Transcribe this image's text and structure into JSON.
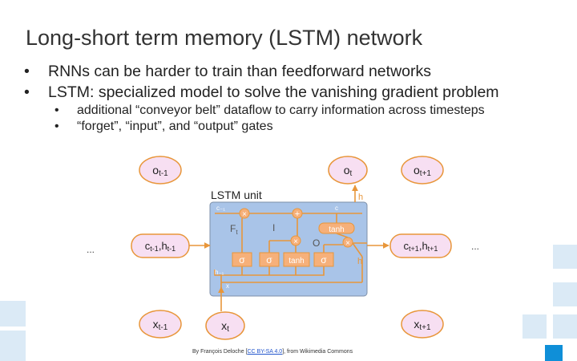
{
  "slide": {
    "title": "Long-short term memory (LSTM) network",
    "bullets": [
      "RNNs can be harder to train than feedforward networks",
      "LSTM: specialized model to solve the vanishing gradient problem"
    ],
    "subbullets": [
      "additional “conveyor belt” dataflow to carry information across timesteps",
      "“forget”, “input”, and “output” gates"
    ],
    "bullet_glyph": "•"
  },
  "diagram": {
    "unit_label": "LSTM unit",
    "ellipsis": "...",
    "nodes": {
      "o_prev": {
        "base": "o",
        "sub": "t-1"
      },
      "o_curr": {
        "base": "o",
        "sub": "t"
      },
      "o_next": {
        "base": "o",
        "sub": "t+1"
      },
      "state_prev": {
        "base1": "c",
        "sub1": "t-1",
        "sep": ",",
        "base2": "h",
        "sub2": "t-1"
      },
      "state_next": {
        "base1": "c",
        "sub1": "t+1",
        "sep": ",",
        "base2": "h",
        "sub2": "t+1"
      },
      "x_prev": {
        "base": "x",
        "sub": "t-1"
      },
      "x_curr": {
        "base": "x",
        "sub": "t"
      },
      "x_next": {
        "base": "x",
        "sub": "t+1"
      }
    },
    "inner": {
      "c_prev": "c₋₁",
      "c_out": "c",
      "f_label": "F",
      "f_sub": "t",
      "i_label": "I",
      "o_label": "O",
      "h_prev": "h₋₁",
      "x_in": "x",
      "h_top": "h",
      "h_right": "h",
      "sigma": "σ",
      "tanh": "tanh",
      "mult": "×",
      "plus": "+"
    },
    "colors": {
      "box": "#a9c4e8",
      "node_fill": "#f7dff2",
      "node_stroke": "#e8963a",
      "line": "#e8963a",
      "gate_fill": "#f6b07a",
      "label": "#ffffff"
    }
  },
  "credit": {
    "prefix": "By François Deloche [",
    "license": "CC BY-SA 4.0",
    "suffix": "], from Wikimedia Commons"
  },
  "decor": {
    "squares_color": "#dbeaf6",
    "accent_color": "#0f8fd8"
  }
}
